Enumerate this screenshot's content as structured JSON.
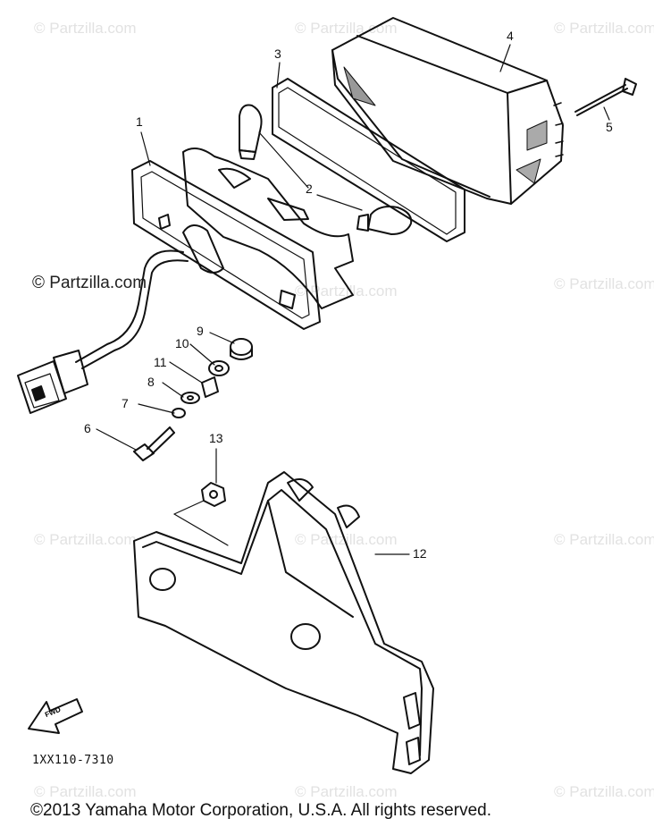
{
  "watermark": {
    "brand": "© Partzilla.com"
  },
  "callouts": [
    "1",
    "2",
    "3",
    "4",
    "5",
    "6",
    "7",
    "8",
    "9",
    "10",
    "11",
    "12",
    "13"
  ],
  "diagram_code": "1XX110-7310",
  "fwd_label": "FWD",
  "copyright": "©2013  Yamaha Motor Corporation, U.S.A. All rights reserved."
}
